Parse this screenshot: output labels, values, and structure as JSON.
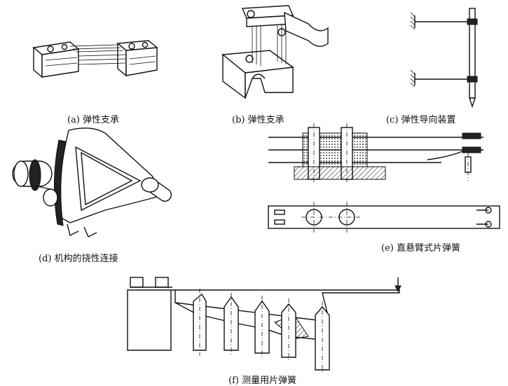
{
  "captions": {
    "a": "(a) 弹性支承",
    "b": "(b) 弹性支承",
    "c": "(c) 弹性导向装置",
    "d": "(d) 机构的挠性连接",
    "e": "(e) 直悬臂式片弹簧",
    "f": "(f) 测量用片弹簧"
  }
}
